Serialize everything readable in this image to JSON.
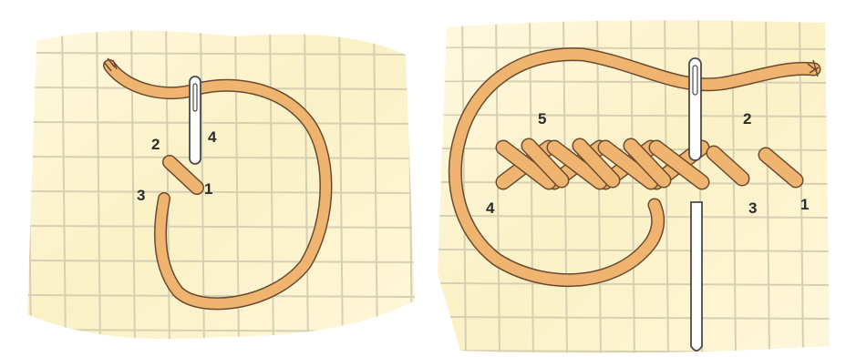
{
  "colors": {
    "background": "#ffffff",
    "fabric": "#fbf1c6",
    "grid": "#d9d4b8",
    "thread": "#efb570",
    "thread_outline": "#6a4a2e",
    "needle": "#ffffff",
    "label": "#2b2b2b"
  },
  "left_panel": {
    "labels": {
      "n1": "1",
      "n2": "2",
      "n3": "3",
      "n4": "4"
    }
  },
  "right_panel": {
    "labels": {
      "n1": "1",
      "n2": "2",
      "n3": "3",
      "n4": "4",
      "n5": "5"
    }
  }
}
